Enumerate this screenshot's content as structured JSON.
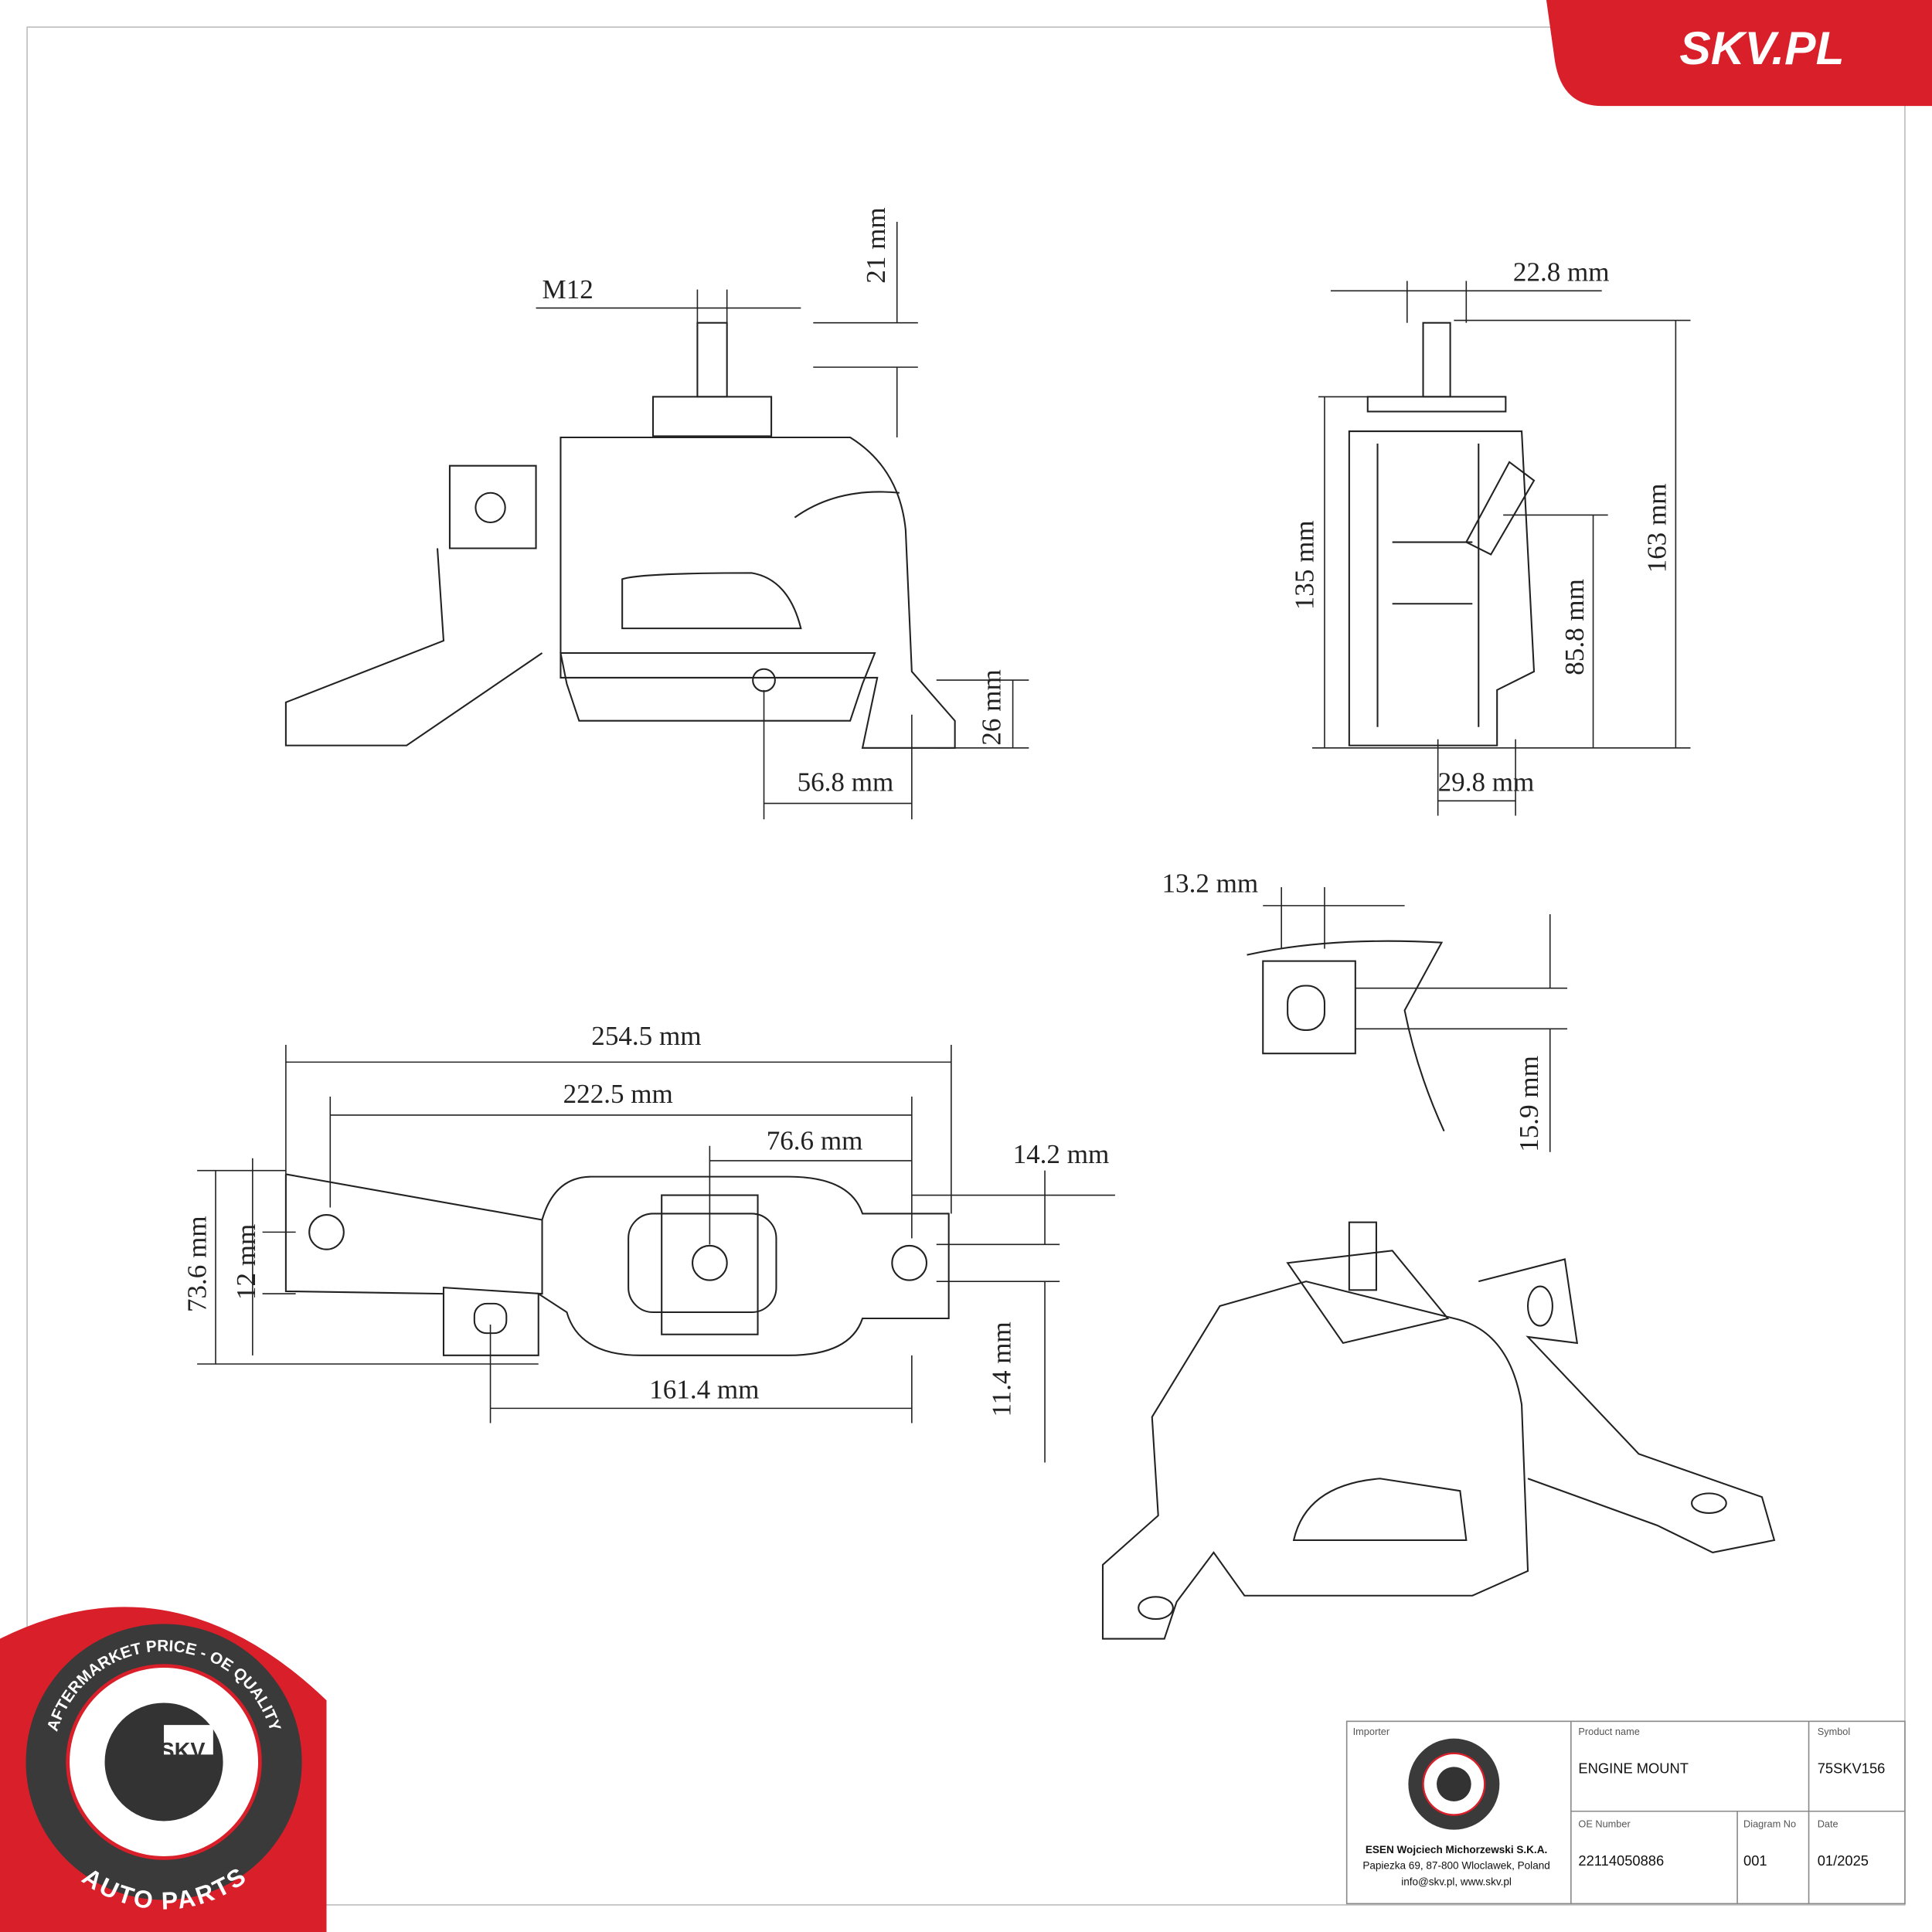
{
  "brand": {
    "logo_text": "SKV.PL",
    "accent_color": "#d81f2a"
  },
  "seal": {
    "top_text": "AFTERMARKET PRICE - OE QUALITY",
    "bottom_text": "AUTO PARTS",
    "center_text": "SKV"
  },
  "dimensions": {
    "thread": "M12",
    "stud_height": "21 mm",
    "stud_width_side": "22.8 mm",
    "total_height": "163 mm",
    "body_height": "135 mm",
    "center_height": "85.8 mm",
    "foot_height": "26 mm",
    "offset_front": "56.8 mm",
    "offset_side": "29.8 mm",
    "detail_width": "13.2 mm",
    "detail_height": "15.9 mm",
    "overall_length": "254.5 mm",
    "hole_distance": "222.5 mm",
    "stud_to_hole": "76.6 mm",
    "hole_offset": "14.2 mm",
    "overall_width": "73.6 mm",
    "hole_diameter": "12 mm",
    "hole_spacing": "11.4 mm",
    "lower_length": "161.4 mm"
  },
  "title_block": {
    "importer_label": "Importer",
    "importer_name": "ESEN Wojciech Michorzewski S.K.A.",
    "importer_address": "Papiezka 69, 87-800 Wloclawek, Poland",
    "importer_contact": "info@skv.pl, www.skv.pl",
    "product_name_label": "Product name",
    "product_name": "ENGINE MOUNT",
    "symbol_label": "Symbol",
    "symbol": "75SKV156",
    "oe_number_label": "OE Number",
    "oe_number": "22114050886",
    "diagram_no_label": "Diagram No",
    "diagram_no": "001",
    "date_label": "Date",
    "date": "01/2025"
  }
}
